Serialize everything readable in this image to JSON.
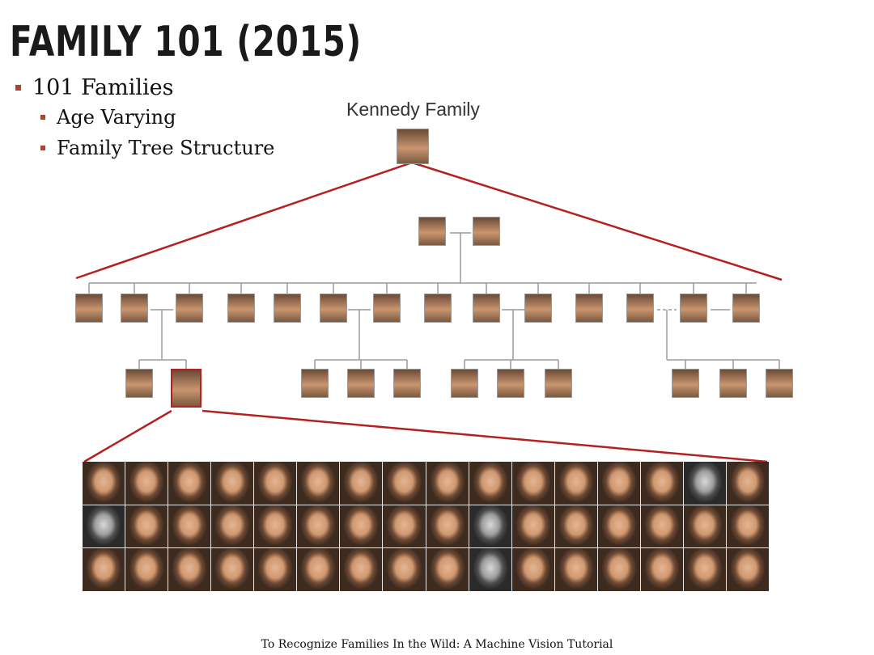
{
  "slide": {
    "title": "FAMILY 101 (2015)",
    "bullets": [
      {
        "text": "101 Families",
        "level": 1
      },
      {
        "text": "Age Varying",
        "level": 2
      },
      {
        "text": "Family Tree Structure",
        "level": 2
      }
    ],
    "footer": "To Recognize Families In the Wild: A Machine Vision Tutorial"
  },
  "diagram": {
    "title": "Kennedy Family",
    "highlight_color": "#b52020",
    "line_color": "#9a9a9a",
    "bullet_color": "#b04328"
  },
  "face_grid": {
    "rows": 3,
    "columns": 16
  }
}
